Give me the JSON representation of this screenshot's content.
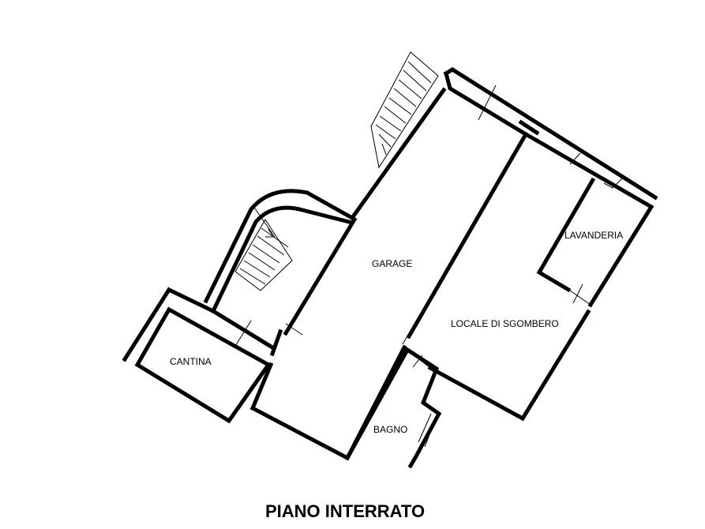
{
  "rooms": {
    "garage": "GARAGE",
    "lavanderia": "LAVANDERIA",
    "locale_sgombero": "LOCALE DI SGOMBERO",
    "cantina": "CANTINA",
    "bagno": "BAGNO"
  },
  "floor_title": "PIANO INTERRATO",
  "colors": {
    "wall": "#000000",
    "background": "#ffffff"
  }
}
